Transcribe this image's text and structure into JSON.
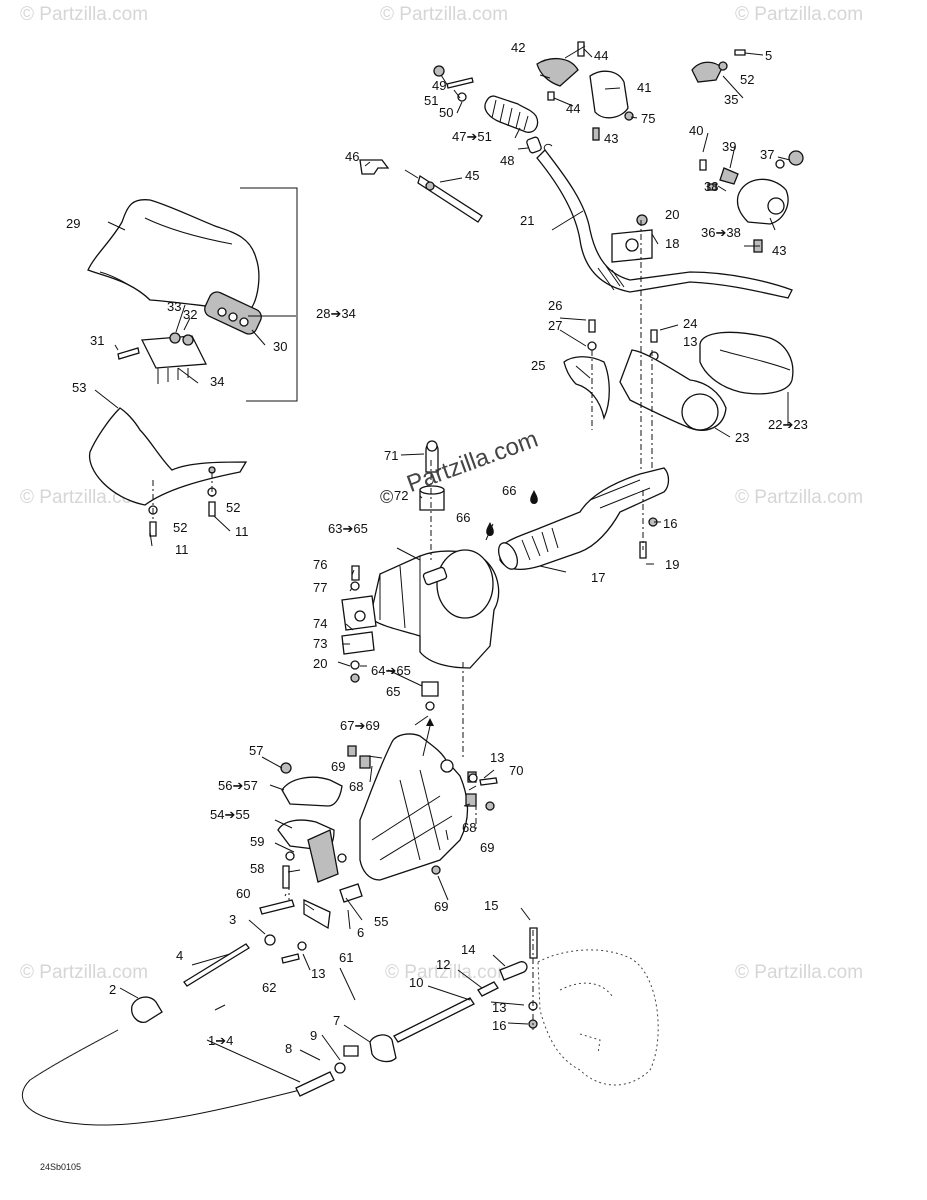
{
  "diagram_code": "24Sb0105",
  "watermark": {
    "text": "© Partzilla.com"
  },
  "center_watermark": "Partzilla.com",
  "center_mark": "©",
  "callouts": {
    "c1_4": "1➔4",
    "c2": "2",
    "c3": "3",
    "c4": "4",
    "c5": "5",
    "c6": "6",
    "c7": "7",
    "c8": "8",
    "c9": "9",
    "c10": "10",
    "c11a": "11",
    "c11b": "11",
    "c12": "12",
    "c13a": "13",
    "c13b": "13",
    "c13c": "13",
    "c13d": "13",
    "c14": "14",
    "c15": "15",
    "c16a": "16",
    "c16b": "16",
    "c17": "17",
    "c18": "18",
    "c19": "19",
    "c20a": "20",
    "c20b": "20",
    "c21": "21",
    "c22_23": "22➔23",
    "c23": "23",
    "c24": "24",
    "c25": "25",
    "c26": "26",
    "c27": "27",
    "c28_34": "28➔34",
    "c29": "29",
    "c30": "30",
    "c31": "31",
    "c32": "32",
    "c33": "33",
    "c34": "34",
    "c35": "35",
    "c36_38": "36➔38",
    "c37": "37",
    "c38": "38",
    "c39": "39",
    "c40": "40",
    "c41": "41",
    "c42": "42",
    "c43a": "43",
    "c43b": "43",
    "c44a": "44",
    "c44b": "44",
    "c45": "45",
    "c46": "46",
    "c47_51": "47➔51",
    "c48": "48",
    "c49": "49",
    "c50": "50",
    "c51": "51",
    "c52a": "52",
    "c52b": "52",
    "c52c": "52",
    "c53": "53",
    "c54_55": "54➔55",
    "c55": "55",
    "c56_57": "56➔57",
    "c57": "57",
    "c58": "58",
    "c59": "59",
    "c60": "60",
    "c61": "61",
    "c62": "62",
    "c63_65": "63➔65",
    "c64_65": "64➔65",
    "c65": "65",
    "c66a": "66",
    "c66b": "66",
    "c67_69": "67➔69",
    "c68a": "68",
    "c68b": "68",
    "c69a": "69",
    "c69b": "69",
    "c69c": "69",
    "c70": "70",
    "c71": "71",
    "c72": "72",
    "c73": "73",
    "c74": "74",
    "c75": "75",
    "c76": "76",
    "c77": "77"
  }
}
